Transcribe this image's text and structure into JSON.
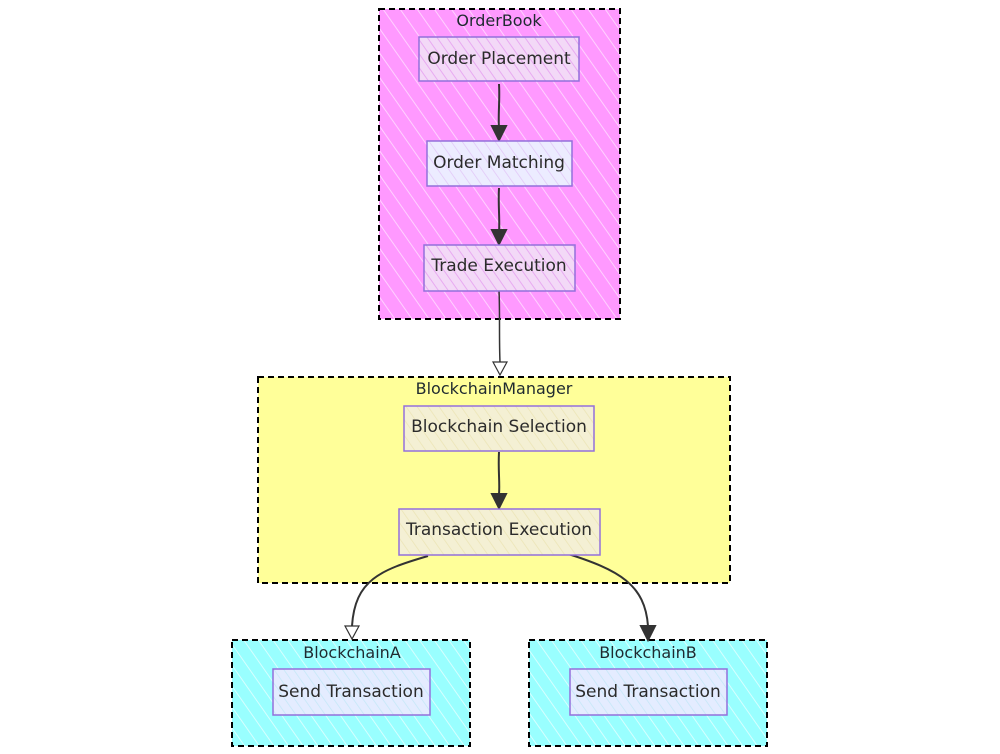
{
  "clusters": {
    "orderbook": {
      "title": "OrderBook",
      "fill": "#ff99ff",
      "nodes": {
        "order_placement": "Order Placement",
        "order_matching": "Order Matching",
        "trade_execution": "Trade Execution"
      }
    },
    "blockchain_manager": {
      "title": "BlockchainManager",
      "fill": "#ffff99",
      "nodes": {
        "blockchain_selection": "Blockchain Selection",
        "transaction_execution": "Transaction Execution"
      }
    },
    "blockchain_a": {
      "title": "BlockchainA",
      "fill": "#99ffff",
      "nodes": {
        "send_transaction": "Send Transaction"
      }
    },
    "blockchain_b": {
      "title": "BlockchainB",
      "fill": "#99ffff",
      "nodes": {
        "send_transaction": "Send Transaction"
      }
    }
  },
  "colors": {
    "node_fill": "#ececff",
    "node_stroke": "#9370db",
    "edge": "#333333",
    "cluster_border": "#000000"
  }
}
